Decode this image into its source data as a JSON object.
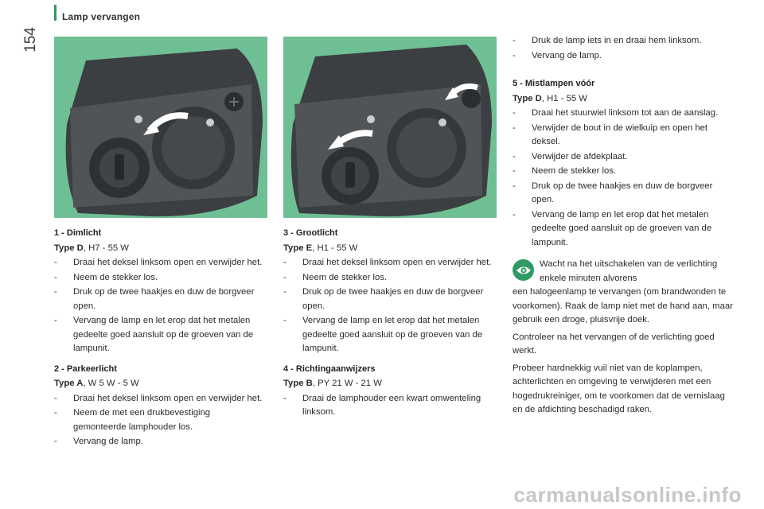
{
  "page_number": "154",
  "header": {
    "title": "Lamp vervangen"
  },
  "figures": {
    "fig1": {
      "label": ""
    },
    "fig2": {
      "label": ""
    }
  },
  "sections": [
    {
      "title": "1 - Dimlicht",
      "type_label": "Type D",
      "type_value": ", H7 - 55 W",
      "steps": [
        "Draai het deksel linksom open en verwijder het.",
        "Neem de stekker los.",
        "Druk op de twee haakjes en duw de borgveer open.",
        "Vervang de lamp en let erop dat het metalen gedeelte goed aansluit op de groeven van de lampunit."
      ]
    },
    {
      "title": "2 - Parkeerlicht",
      "type_label": "Type A",
      "type_value": ", W 5 W - 5 W",
      "steps": [
        "Draai het deksel linksom open en verwijder het.",
        "Neem de met een drukbevestiging gemonteerde lamphouder los.",
        "Vervang de lamp."
      ]
    },
    {
      "title": "3 - Grootlicht",
      "type_label": "Type E",
      "type_value": ", H1 - 55 W",
      "steps": [
        "Draai het deksel linksom open en verwijder het.",
        "Neem de stekker los.",
        "Druk op de twee haakjes en duw de borgveer open.",
        "Vervang de lamp en let erop dat het metalen gedeelte goed aansluit op de groeven van de lampunit."
      ]
    },
    {
      "title": "4 - Richtingaanwijzers",
      "type_label": "Type B",
      "type_value": ", PY 21 W - 21 W",
      "steps": [
        "Draai de lamphouder een kwart omwenteling linksom."
      ]
    }
  ],
  "continuation_steps": [
    "Druk de lamp iets in en draai hem linksom.",
    "Vervang de lamp."
  ],
  "section5": {
    "title": "5 - Mistlampen vóór",
    "type_label": "Type D",
    "type_value": ", H1 - 55 W",
    "steps": [
      "Draai het stuurwiel linksom tot aan de aanslag.",
      "Verwijder de bout in de wielkuip en open het deksel.",
      "Verwijder de afdekplaat.",
      "Neem de stekker los.",
      "Druk op de twee haakjes en duw de borgveer open.",
      "Vervang de lamp en let erop dat het metalen gedeelte goed aansluit op de groeven van de lampunit."
    ]
  },
  "note": {
    "lead": "Wacht na het uitschakelen van de verlichting enkele minuten alvorens",
    "p1": "een halogeenlamp te vervangen (om brandwonden te voorkomen). Raak de lamp niet met de hand aan, maar gebruik een droge, pluisvrije doek.",
    "p2": "Controleer na het vervangen of de verlichting goed werkt.",
    "p3": "Probeer hardnekkig vuil niet van de koplampen, achterlichten en omgeving te verwijderen met een hogedrukreiniger, om te voorkomen dat de vernislaag en de afdichting beschadigd raken."
  },
  "watermark": "carmanualsonline.info",
  "dash": "-"
}
